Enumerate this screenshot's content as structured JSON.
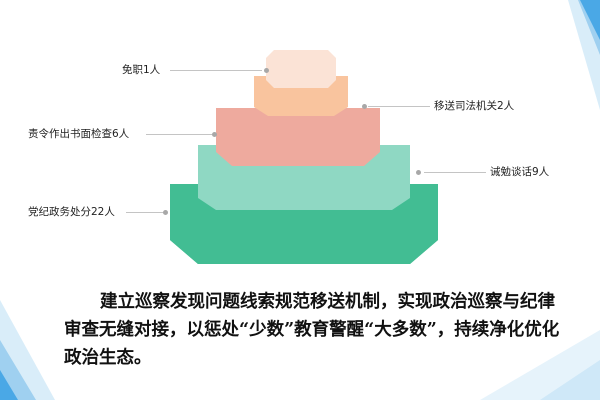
{
  "diagram": {
    "levels": [
      {
        "label": "免职1人",
        "value": 1,
        "color": "#fbe3d6",
        "side_color": "#f9d4c2"
      },
      {
        "label": "移送司法机关2人",
        "value": 2,
        "color": "#f9c49e",
        "side_color": "#f5b48a"
      },
      {
        "label": "责令作出书面检查6人",
        "value": 6,
        "color": "#eeaa9e",
        "side_color": "#e39486"
      },
      {
        "label": "诫勉谈话9人",
        "value": 9,
        "color": "#8fd8c3",
        "side_color": "#78ccb3"
      },
      {
        "label": "党纪政务处分22人",
        "value": 22,
        "color": "#42bd93",
        "side_color": "#2fa97f"
      }
    ]
  },
  "paragraph": "建立巡察发现问题线索规范移送机制，实现政治巡察与纪律审查无缝对接，以惩处“少数”教育警醒“大多数”，持续净化优化政治生态。",
  "colors": {
    "accent_blue": "#4aa8e6",
    "accent_light": "#cfe8f8"
  }
}
